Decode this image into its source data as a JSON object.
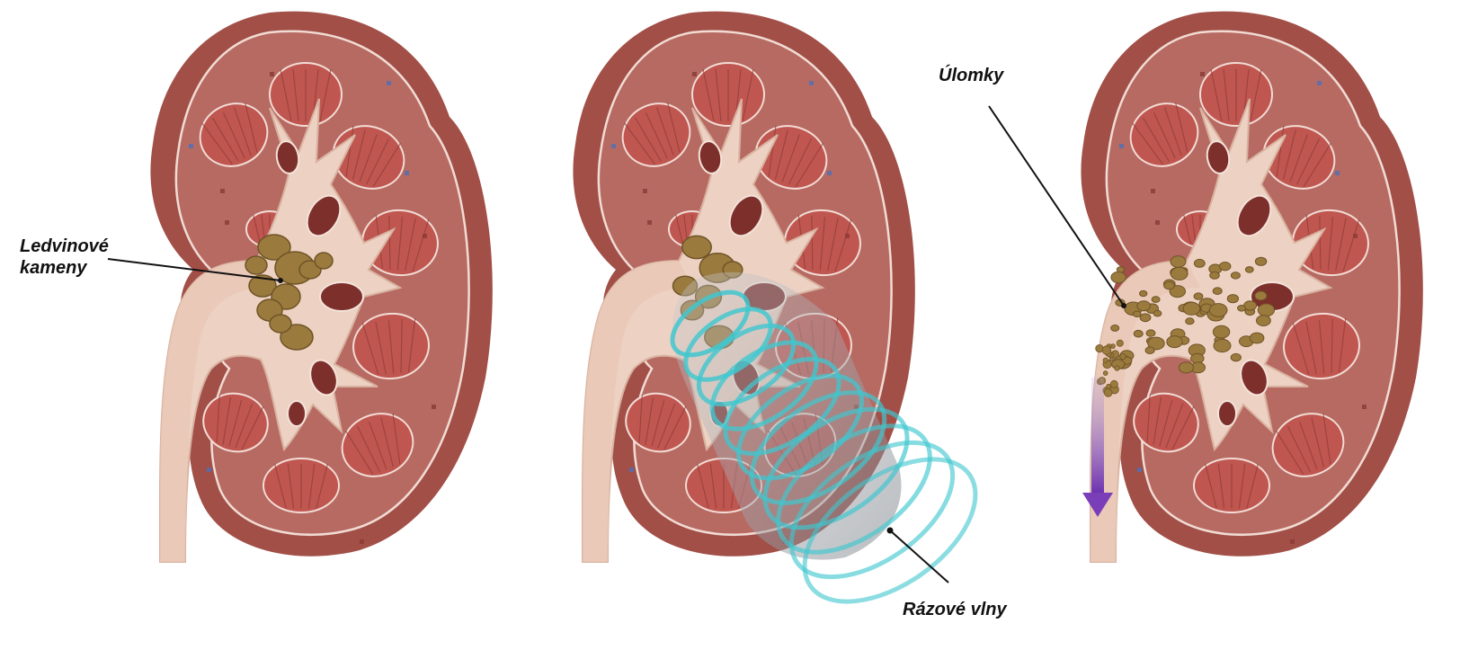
{
  "labels": {
    "kidney_stones_line1": "Ledvinové",
    "kidney_stones_line2": "kameny",
    "shock_waves": "Rázové vlny",
    "fragments": "Úlomky"
  },
  "colors": {
    "background": "#ffffff",
    "kidney_capsule": "#a14f47",
    "kidney_cortex": "#b76a62",
    "kidney_inner_line": "#f1dcd4",
    "pyramid": "#c05650",
    "pyramid_stripe": "#8e3c37",
    "pelvis": "#edd1c2",
    "pelvis_shadow": "#d8b2a0",
    "ureter": "#e9c8b6",
    "stone": "#9b7a3e",
    "stone_dark": "#6e5426",
    "shock_wave": "#3fc7cf",
    "shock_wave_cone": "#9aa0a8",
    "flow_arrow": "#7a3fb8",
    "leader_line": "#111111"
  },
  "icons": {
    "panel_1": "kidney-with-stones-icon",
    "panel_2": "kidney-shock-wave-icon",
    "panel_3": "kidney-fragments-icon",
    "flow": "downward-arrow-icon"
  }
}
